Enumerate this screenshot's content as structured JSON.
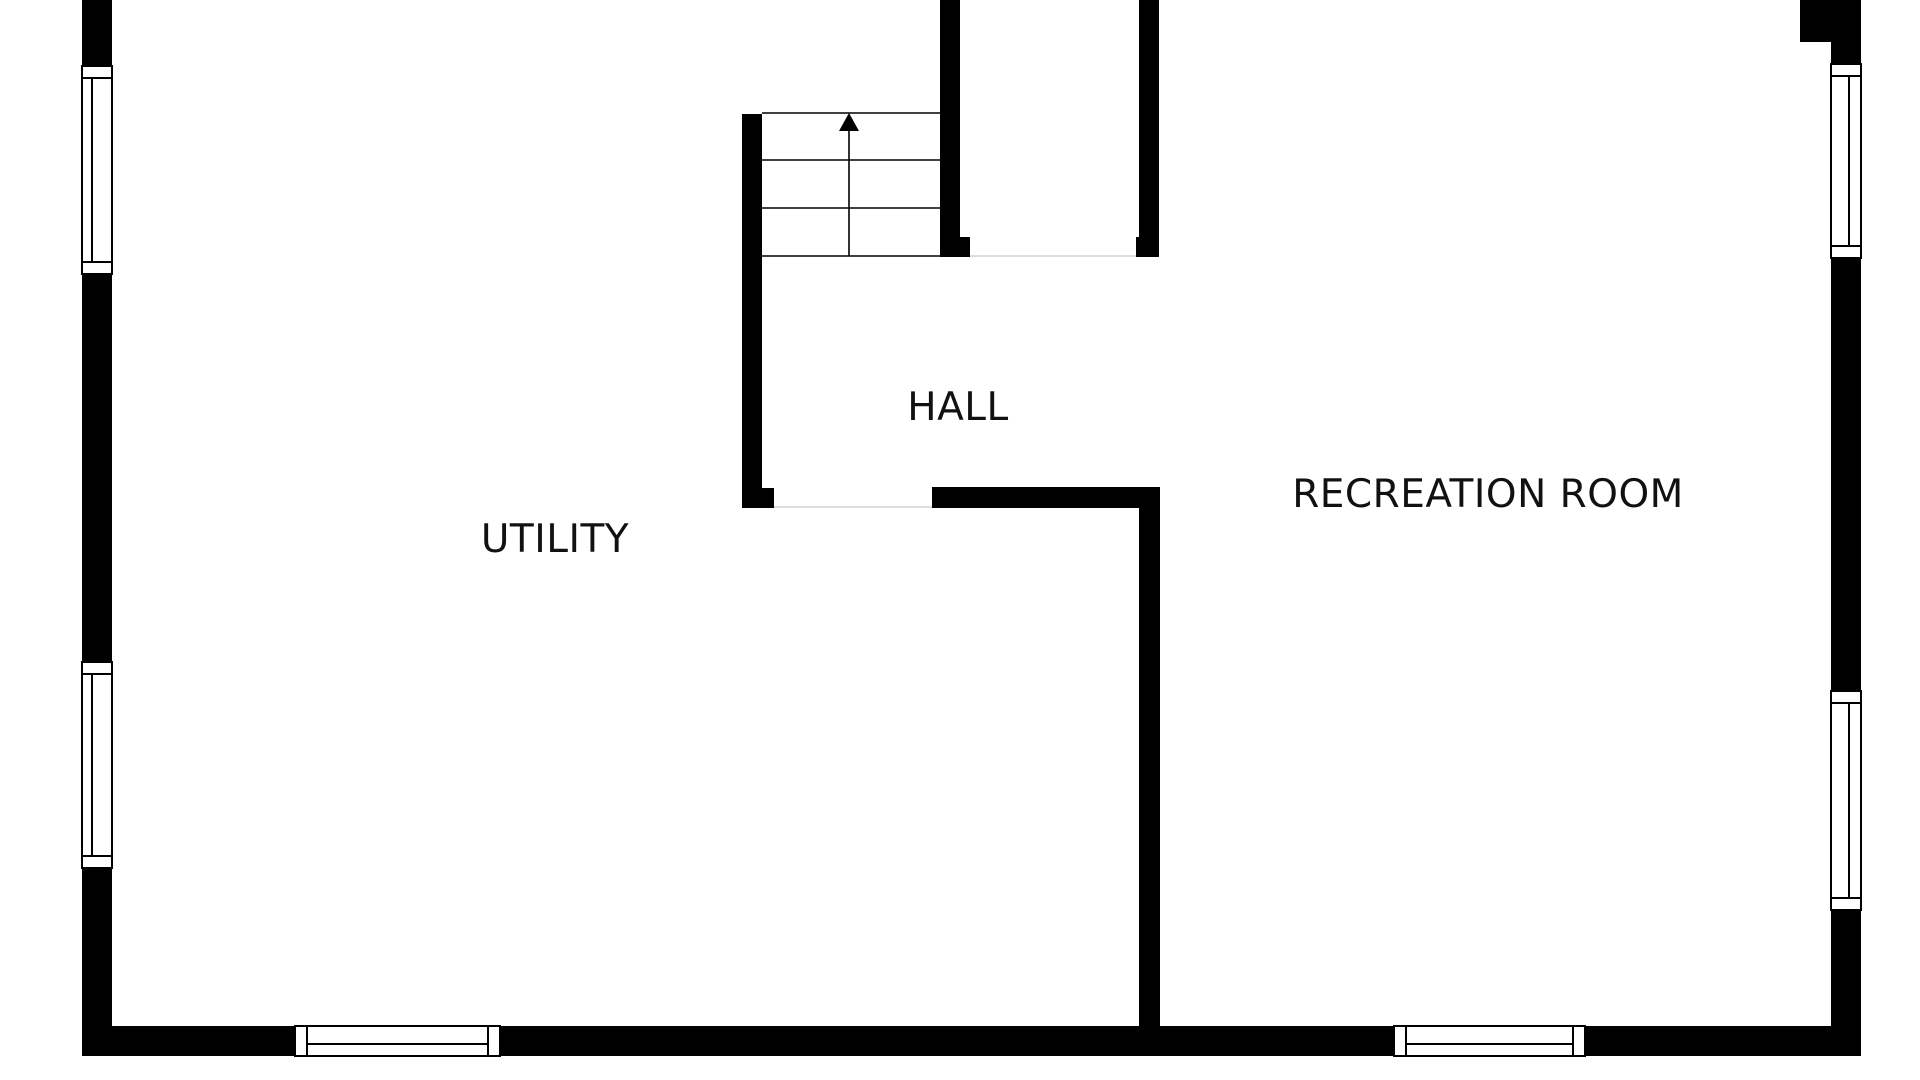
{
  "plan": {
    "rooms": [
      {
        "id": "utility",
        "label": "UTILITY"
      },
      {
        "id": "hall",
        "label": "HALL"
      },
      {
        "id": "recreation",
        "label": "RECREATION ROOM"
      }
    ],
    "stair_direction": "up",
    "colors": {
      "wall": "#000000",
      "background": "#ffffff",
      "text": "#111111"
    }
  }
}
